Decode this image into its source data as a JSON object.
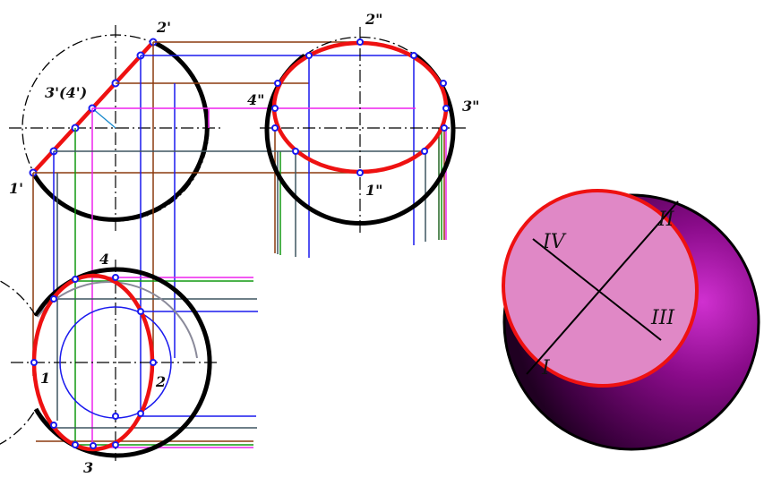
{
  "title": "",
  "colors": {
    "outline": "#000000",
    "section": "#ee1111",
    "point": "#1a1aee",
    "sphere_dark": "#3d0040",
    "sphere_mid": "#8a0b8a",
    "sphere_light": "#c020c0",
    "cut_face": "#e088c6",
    "proj_brown": "#8b3a0e",
    "proj_blue": "#1a1aee",
    "proj_magenta": "#ee22ee",
    "proj_green": "#119911",
    "proj_slate": "#3e5560",
    "proj_darkgreen": "#226622",
    "proj_orange": "#d97a2a"
  },
  "frontal_view": {
    "labels": {
      "p1": "1'",
      "p2": "2'",
      "p34": "3'(4')"
    }
  },
  "profile_view": {
    "labels": {
      "p1": "1\"",
      "p2": "2\"",
      "p3": "3\"",
      "p4": "4\""
    }
  },
  "plan_view": {
    "labels": {
      "p1": "1",
      "p2": "2",
      "p3": "3",
      "p4": "4"
    }
  },
  "iso_view": {
    "labels": {
      "I": "I",
      "II": "II",
      "III": "III",
      "IV": "IV"
    }
  }
}
